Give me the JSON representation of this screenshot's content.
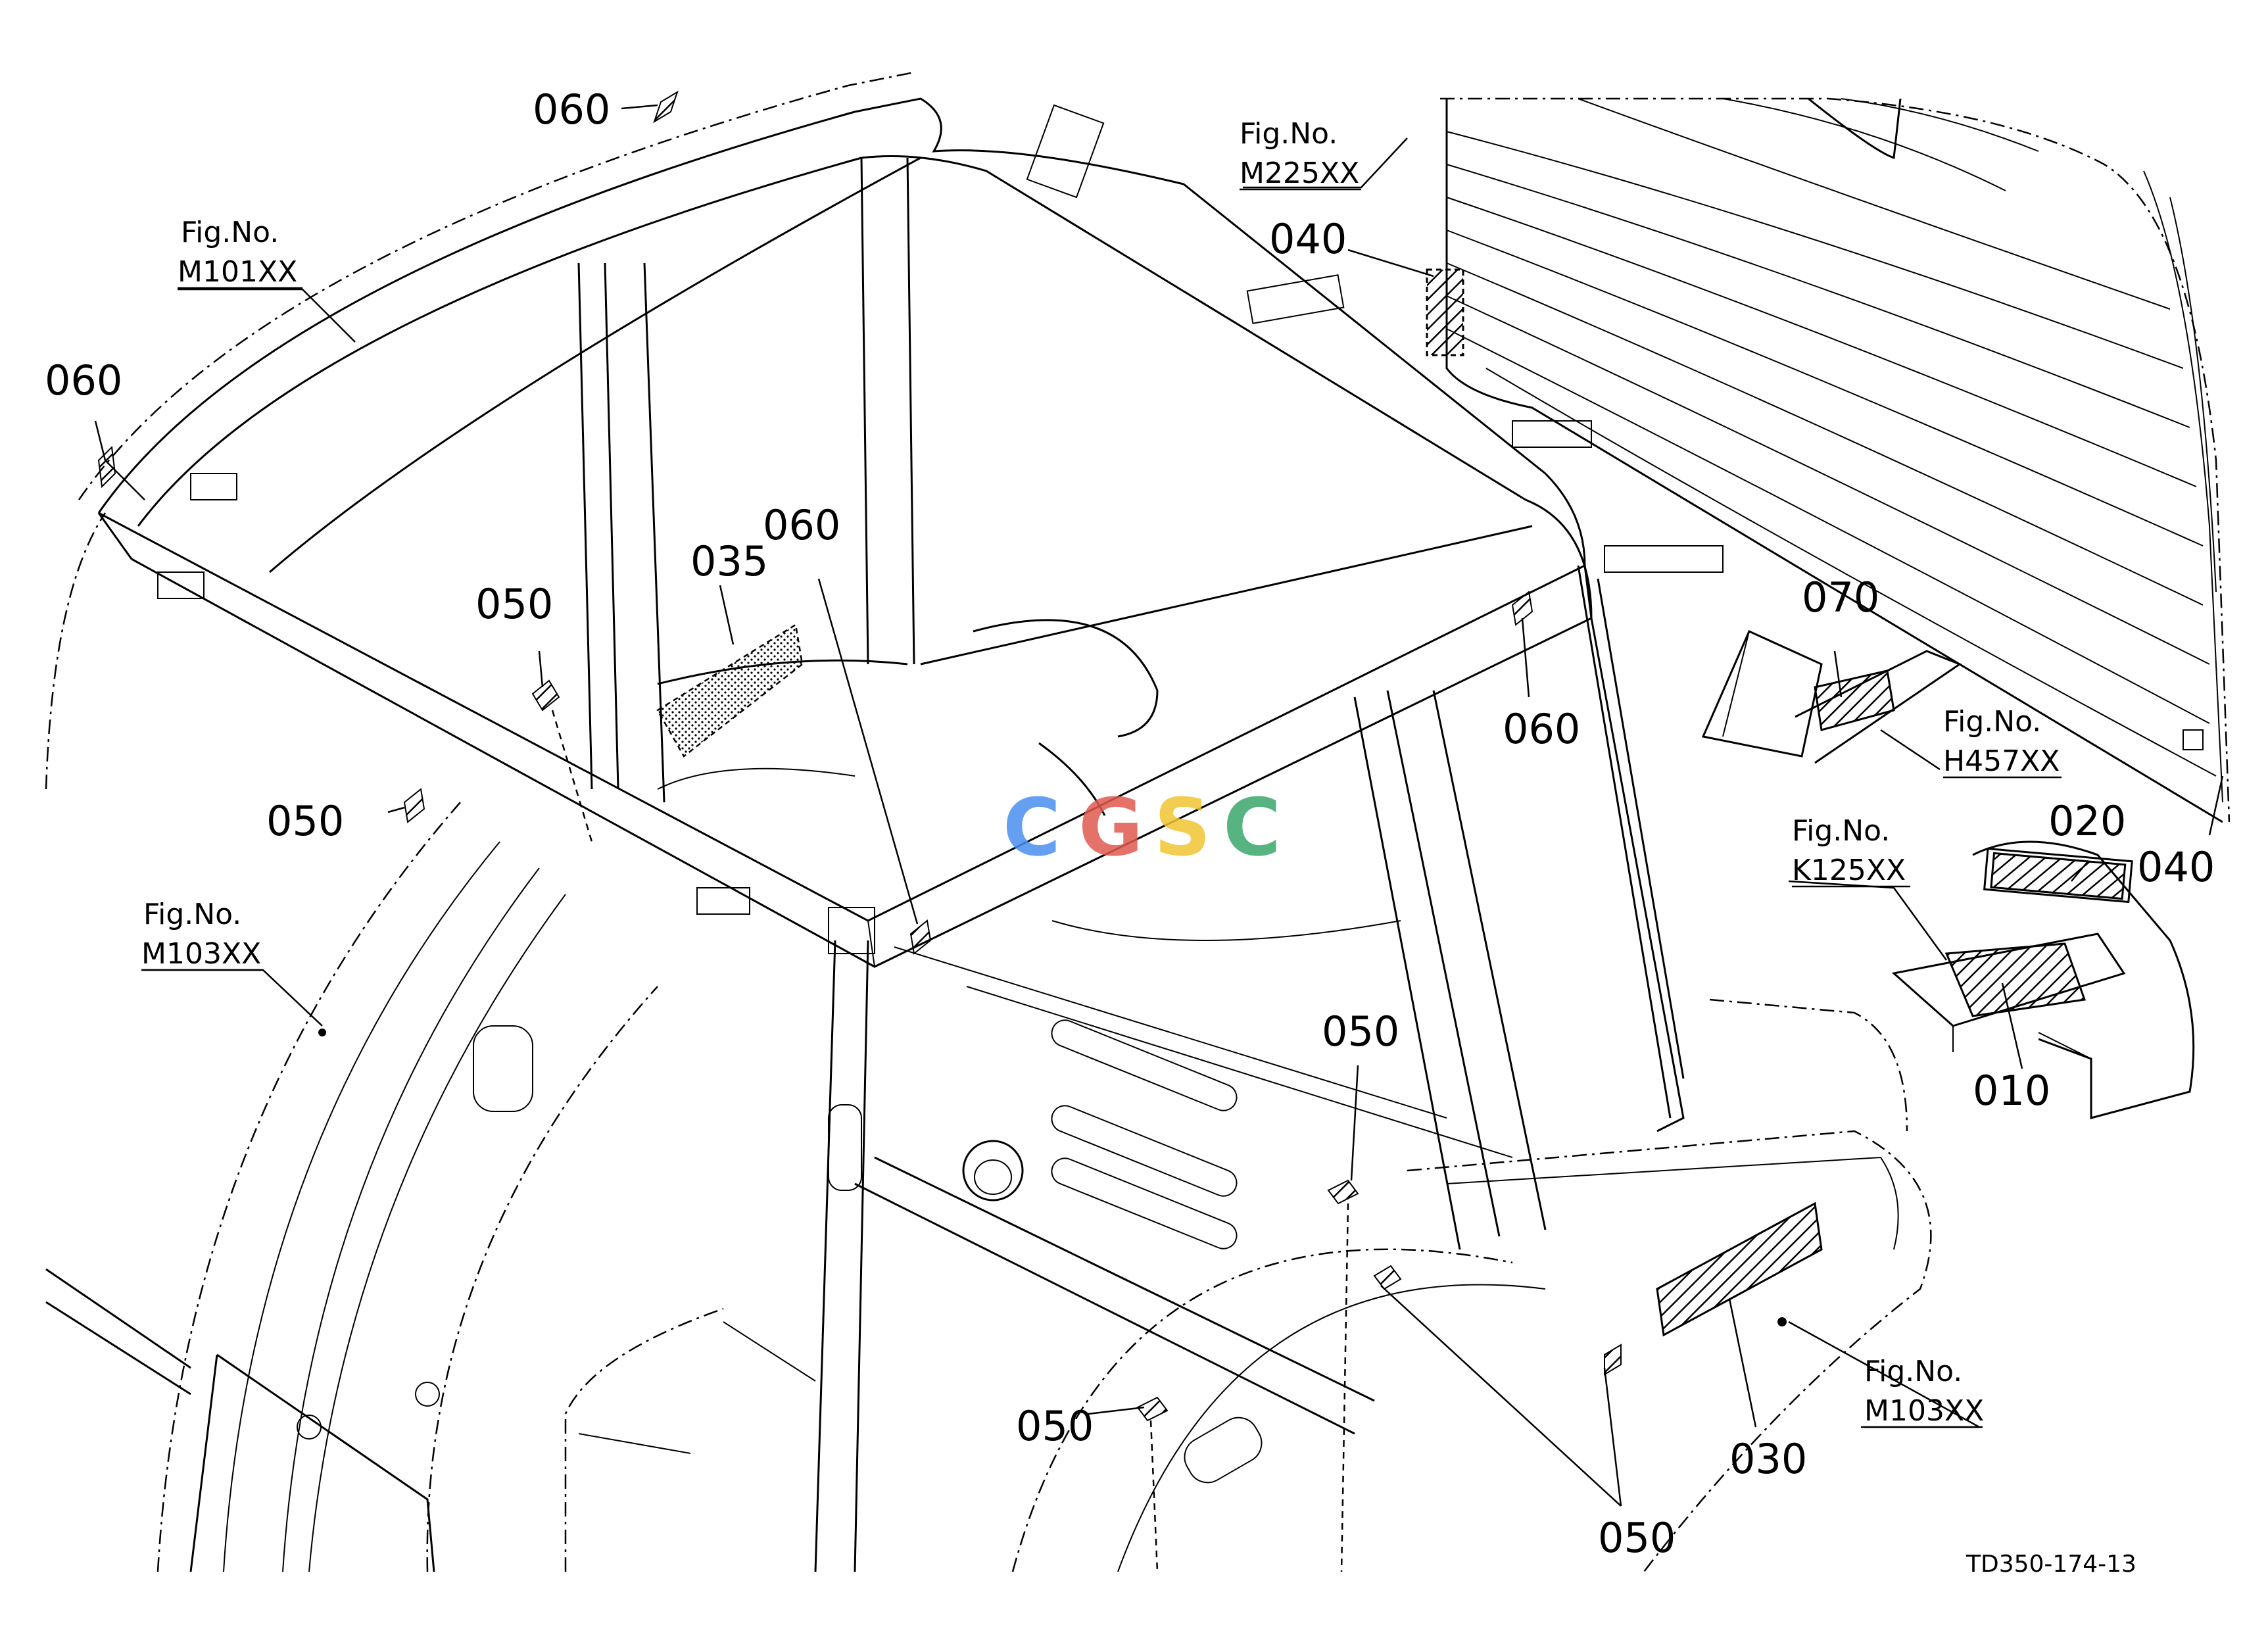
{
  "callouts": {
    "c060_top": "060",
    "c060_left": "060",
    "c060_mid": "060",
    "c060_right": "060",
    "c050_a": "050",
    "c050_b": "050",
    "c050_c": "050",
    "c050_d": "050",
    "c050_e": "050",
    "c035": "035",
    "c040_top": "040",
    "c040_right": "040",
    "c070": "070",
    "c020": "020",
    "c010": "010",
    "c030": "030"
  },
  "figrefs": {
    "fig_label": "Fig.No.",
    "m101": "M101XX",
    "m225": "M225XX",
    "h457": "H457XX",
    "k125": "K125XX",
    "m103_left": "M103XX",
    "m103_right": "M103XX"
  },
  "drawing_id": "TD350-174-13",
  "watermark": {
    "letters": [
      "C",
      "G",
      "S",
      "C"
    ],
    "colors": [
      "#4a8ff0",
      "#e05a4f",
      "#f2c531",
      "#3aa66a"
    ]
  }
}
